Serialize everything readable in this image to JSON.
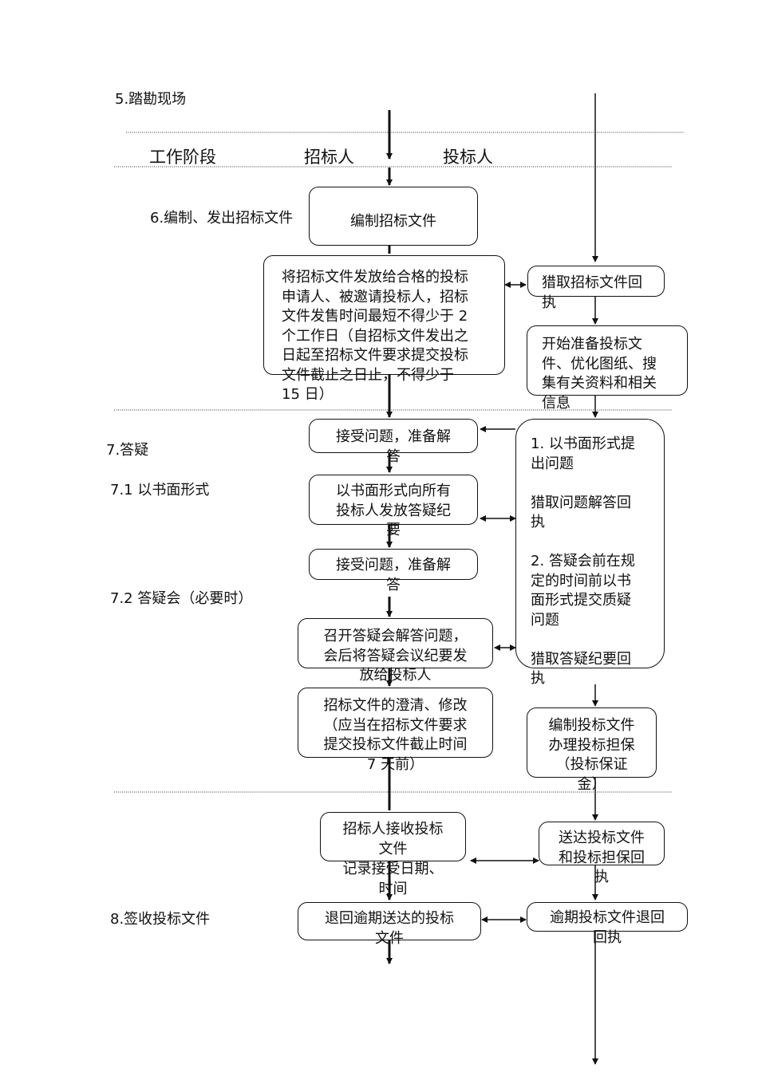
{
  "headers": {
    "stage": "工作阶段",
    "tenderer": "招标人",
    "bidder": "投标人"
  },
  "stages": {
    "s5": "5.踏勘现场",
    "s6": "6.编制、发出招标文件",
    "s7": "7.答疑",
    "s71": "7.1 以书面形式",
    "s72": "7.2 答疑会（必要时）",
    "s8": "8.签收投标文件"
  },
  "tenderer_boxes": {
    "b1": "编制招标文件",
    "b2": "将招标文件发放给合格的投标\n申请人、被邀请投标人，招标\n文件发售时间最短不得少于 2\n个工作日（自招标文件发出之\n日起至招标文件要求提交投标\n文件截止之日止，不得少于\n15 日）",
    "b3": "接受问题，准备解\n答",
    "b4": "以书面形式向所有\n投标人发放答疑纪\n要",
    "b5": "接受问题，准备解\n答",
    "b6": "召开答疑会解答问题，\n会后将答疑会议纪要发\n放给投标人",
    "b7": "招标文件的澄清、修改\n（应当在招标文件要求\n提交投标文件截止时间\n7 天前）",
    "b8": "招标人接收投标\n文件",
    "b8_note": "记录接受日期、\n时间",
    "b9": "退回逾期送达的投标\n文件"
  },
  "bidder_boxes": {
    "r1": "猎取招标文件回\n执",
    "r2": "开始准备投标文\n件、优化图纸、搜\n集有关资料和相关\n信息",
    "r3": "1. 以书面形式提\n出问题\n\n猎取问题解答回\n执\n\n2. 答疑会前在规\n定的时间前以书\n面形式提交质疑\n问题\n\n猎取答疑纪要回\n执",
    "r4": "编制投标文件\n办理投标担保\n（投标保证\n金）",
    "r5": "送达投标文件\n和投标担保回\n执",
    "r6": "逾期投标文件退回\n回执"
  }
}
